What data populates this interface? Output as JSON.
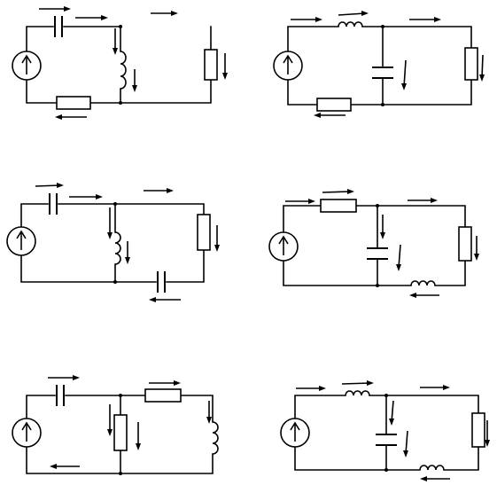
{
  "figure": {
    "circuits": [
      {
        "name": "circuit-1",
        "elements": [
          "source",
          "capacitor",
          "inductor",
          "resistor",
          "resistor"
        ]
      },
      {
        "name": "circuit-2",
        "elements": [
          "source",
          "inductor",
          "capacitor",
          "resistor",
          "resistor"
        ]
      },
      {
        "name": "circuit-3",
        "elements": [
          "source",
          "capacitor",
          "inductor",
          "resistor",
          "capacitor"
        ]
      },
      {
        "name": "circuit-4",
        "elements": [
          "source",
          "resistor",
          "capacitor",
          "resistor",
          "inductor"
        ]
      },
      {
        "name": "circuit-5",
        "elements": [
          "source",
          "capacitor",
          "resistor",
          "resistor",
          "inductor"
        ]
      },
      {
        "name": "circuit-6",
        "elements": [
          "source",
          "inductor",
          "capacitor",
          "resistor",
          "inductor"
        ]
      }
    ],
    "stroke_color": "#000000",
    "background_color": "#ffffff"
  }
}
